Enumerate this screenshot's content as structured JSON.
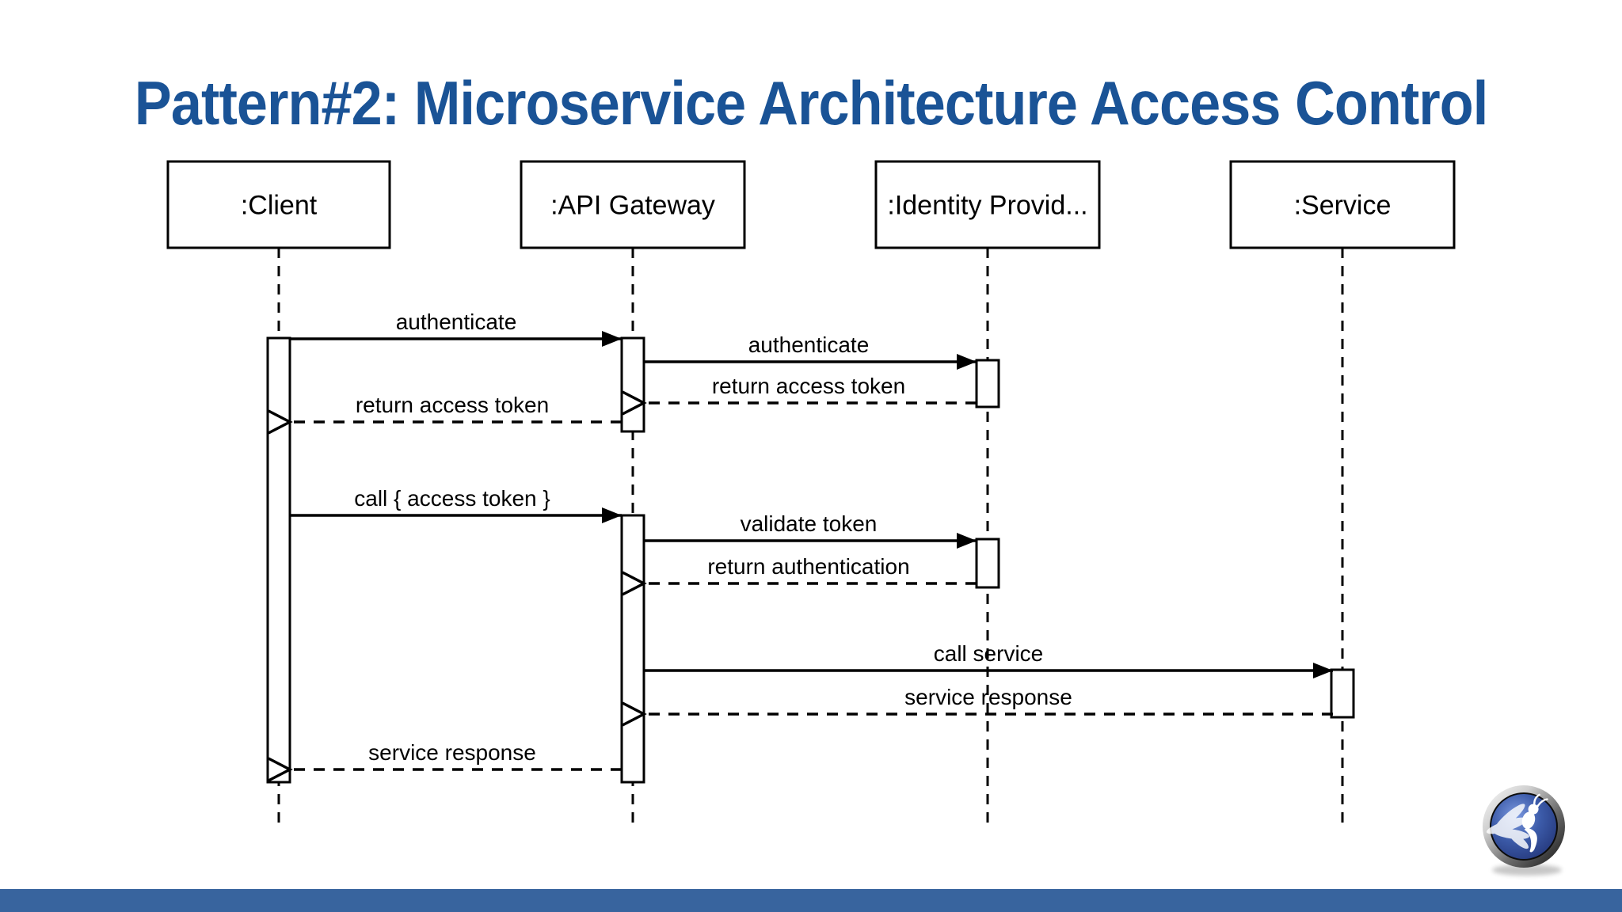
{
  "slide": {
    "title": "Pattern#2: Microservice Architecture Access Control",
    "title_color": "#1a5396",
    "background_color": "#ffffff",
    "footer_bar_color": "#38649e"
  },
  "diagram": {
    "type": "uml-sequence",
    "actors": [
      {
        "id": "client",
        "label": ":Client"
      },
      {
        "id": "api-gateway",
        "label": ":API Gateway"
      },
      {
        "id": "identity-provider",
        "label": ":Identity Provid..."
      },
      {
        "id": "service",
        "label": ":Service"
      }
    ],
    "messages": [
      {
        "label": "authenticate",
        "from": "client",
        "to": "api-gateway",
        "kind": "call"
      },
      {
        "label": "authenticate",
        "from": "api-gateway",
        "to": "identity-provider",
        "kind": "call"
      },
      {
        "label": "return access token",
        "from": "identity-provider",
        "to": "api-gateway",
        "kind": "return"
      },
      {
        "label": "return access token",
        "from": "api-gateway",
        "to": "client",
        "kind": "return"
      },
      {
        "label": "call { access token }",
        "from": "client",
        "to": "api-gateway",
        "kind": "call"
      },
      {
        "label": "validate token",
        "from": "api-gateway",
        "to": "identity-provider",
        "kind": "call"
      },
      {
        "label": "return authentication",
        "from": "identity-provider",
        "to": "api-gateway",
        "kind": "return"
      },
      {
        "label": "call service",
        "from": "api-gateway",
        "to": "service",
        "kind": "call"
      },
      {
        "label": "service response",
        "from": "service",
        "to": "api-gateway",
        "kind": "return"
      },
      {
        "label": "service response",
        "from": "api-gateway",
        "to": "client",
        "kind": "return"
      }
    ],
    "logo": "owasp-wasp-logo"
  }
}
